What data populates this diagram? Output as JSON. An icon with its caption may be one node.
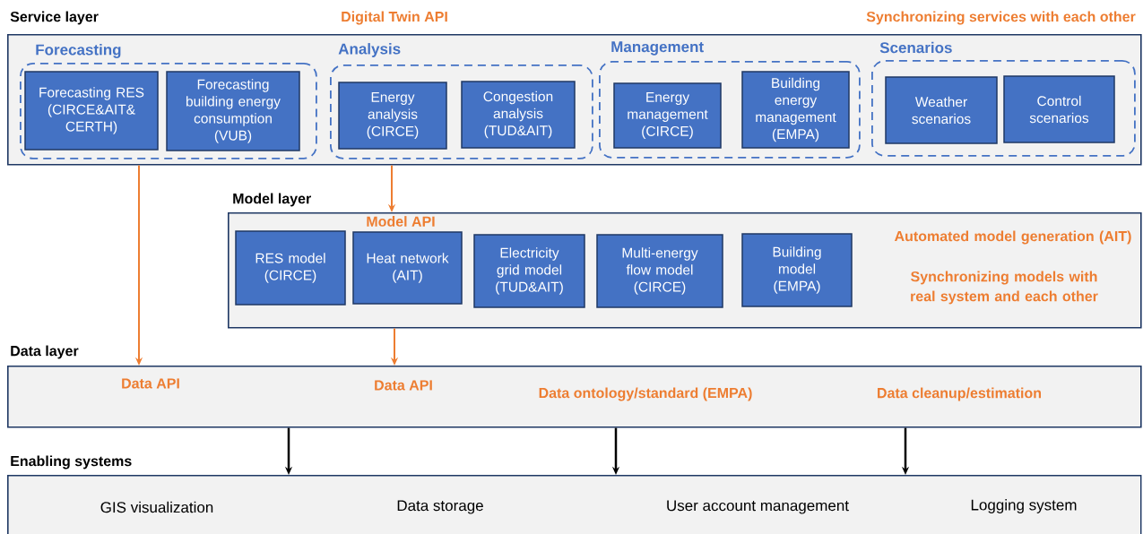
{
  "diagram": {
    "nodes": [
      {
        "text": [
          "Service layer",
          "Digital Twin API",
          "Synchronizing services with each other"
        ]
      },
      {
        "text": [
          "Forecasting"
        ],
        "in": 0
      },
      {
        "text": [
          "Forecasting RES (CIRCE&AIT& CERTH)"
        ],
        "in": 1
      },
      {
        "text": [
          "Forecasting building energy consumption (VUB)"
        ],
        "in": 1
      },
      {
        "text": [
          "Analysis"
        ],
        "in": 0
      },
      {
        "text": [
          "Energy analysis (CIRCE)"
        ],
        "in": 4
      },
      {
        "text": [
          "Congestion analysis (TUD&AIT)"
        ],
        "in": 4
      },
      {
        "text": [
          "Management"
        ],
        "in": 0
      },
      {
        "text": [
          "Energy management (CIRCE)"
        ],
        "in": 7
      },
      {
        "text": [
          "Building energy management (EMPA)"
        ],
        "in": 7
      },
      {
        "text": [
          "Scenarios"
        ],
        "in": 0
      },
      {
        "text": [
          "Weather scenarios"
        ],
        "in": 10
      },
      {
        "text": [
          "Control scenarios"
        ],
        "in": 10
      },
      {
        "text": [
          "Model layer",
          "Model API",
          "Automated model generation (AIT)",
          "Synchronizing models with real system and each other"
        ]
      },
      {
        "text": [
          "RES model (CIRCE)"
        ],
        "in": 13
      },
      {
        "text": [
          "Heat network (AIT)"
        ],
        "in": 13
      },
      {
        "text": [
          "Electricity grid model (TUD&AIT)"
        ],
        "in": 13
      },
      {
        "text": [
          "Multi-energy flow model (CIRCE)"
        ],
        "in": 13
      },
      {
        "text": [
          "Building model (EMPA)"
        ],
        "in": 13
      },
      {
        "text": [
          "Data layer",
          "Data API",
          "Data API",
          "Data ontology/standard (EMPA)",
          "Data cleanup/estimation"
        ]
      },
      {
        "text": [
          "Enabling systems",
          "GIS visualization",
          "Data storage",
          "User account management",
          "Logging system"
        ]
      }
    ],
    "edges": [
      {
        "from": 0,
        "to": 19,
        "arrow": "to",
        "color": "#ed7d31"
      },
      {
        "from": 0,
        "to": 13,
        "arrow": "to",
        "color": "#ed7d31"
      },
      {
        "from": 13,
        "to": 19,
        "arrow": "to",
        "color": "#ed7d31"
      },
      {
        "from": 19,
        "to": 20,
        "arrow": "to",
        "color": "#000000"
      },
      {
        "from": 19,
        "to": 20,
        "arrow": "to",
        "color": "#000000"
      },
      {
        "from": 19,
        "to": 20,
        "arrow": "to",
        "color": "#000000"
      }
    ]
  }
}
